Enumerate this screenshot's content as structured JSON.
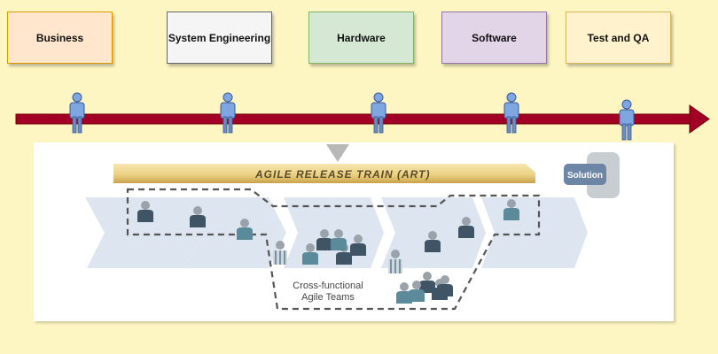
{
  "stages": [
    {
      "label": "Business",
      "fill": "#ffe6cc",
      "border": "#d79b00"
    },
    {
      "label": "System Engineering",
      "fill": "#f5f5f5",
      "border": "#666666"
    },
    {
      "label": "Hardware",
      "fill": "#d5e8d4",
      "border": "#82b366"
    },
    {
      "label": "Software",
      "fill": "#e1d5e7",
      "border": "#9673a6"
    },
    {
      "label": "Test and QA",
      "fill": "#fff2cc",
      "border": "#d6b656"
    }
  ],
  "timeline": {
    "arrow_color": "#a20025",
    "person_icon": "person-icon",
    "person_color": "#6c8ebf"
  },
  "art": {
    "title": "AGILE RELEASE TRAIN (ART)",
    "teams_label_line1": "Cross-functional",
    "teams_label_line2": "Agile Teams",
    "solution_label": "Solution"
  },
  "colors": {
    "background": "#fdf6c3",
    "chevron": "#dde5f1",
    "people": "#3f5566",
    "teal": "#5b8a9a"
  }
}
